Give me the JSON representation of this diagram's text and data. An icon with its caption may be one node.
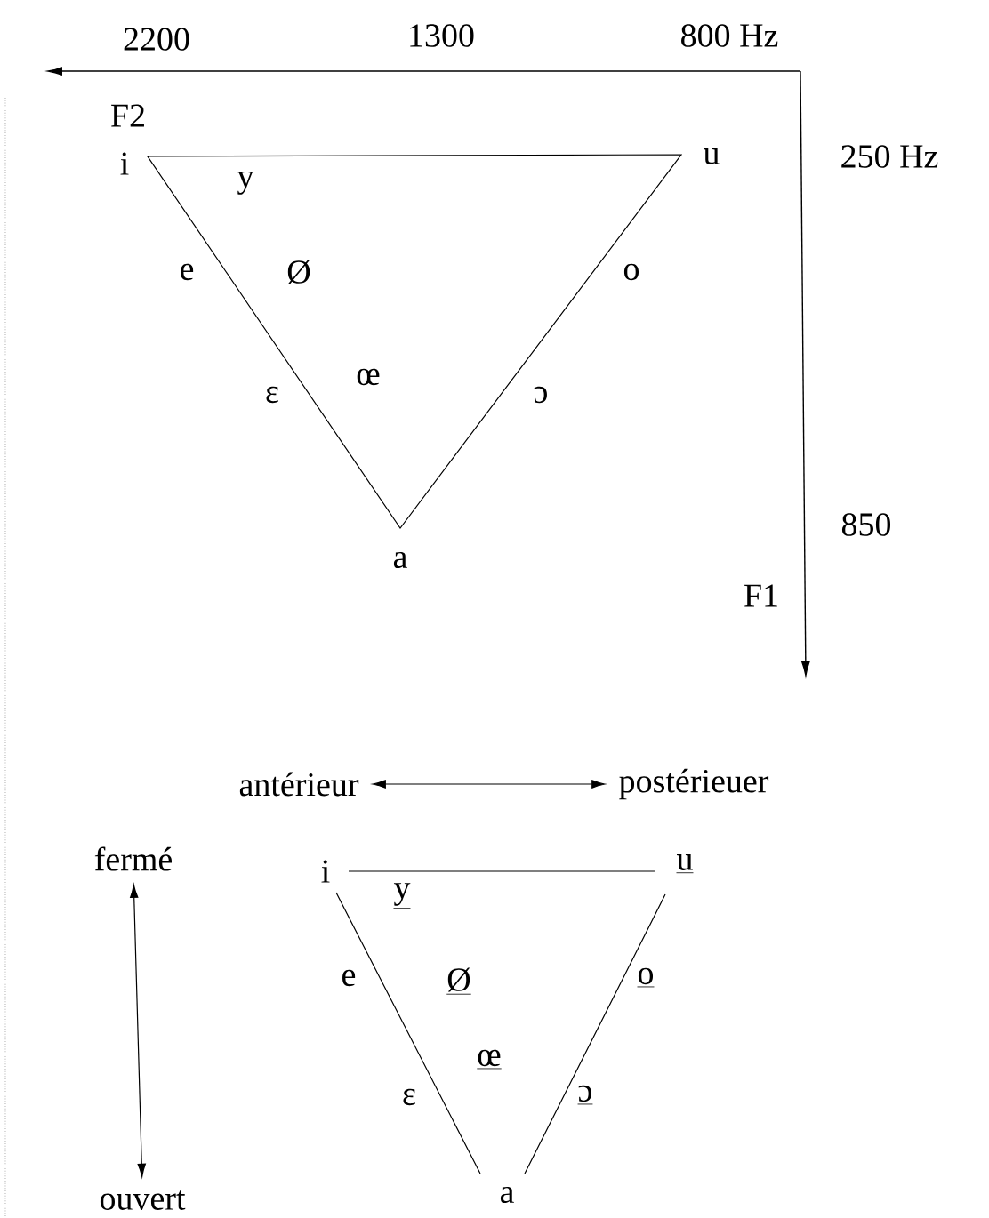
{
  "diagram": {
    "nodes": [
      {
        "text": [
          "antérieur"
        ]
      },
      {
        "text": [
          "postérieuer"
        ]
      },
      {
        "text": [
          "fermé"
        ]
      },
      {
        "text": [
          "ouvert"
        ]
      }
    ],
    "edges": [
      {
        "from": 0,
        "to": 1,
        "arrow": "both"
      },
      {
        "from": 2,
        "to": 3,
        "arrow": "both"
      }
    ],
    "labels": [
      "2200",
      "1300",
      "800 Hz",
      "F2",
      "i",
      "y",
      "u",
      "250 Hz",
      "e",
      "Ø",
      "o",
      "ɛ",
      "œ",
      "ɔ",
      "850",
      "a",
      "F1",
      "i",
      "u",
      "y",
      "e",
      "Ø",
      "o",
      "œ",
      "ɛ",
      "ɔ",
      "a"
    ]
  }
}
